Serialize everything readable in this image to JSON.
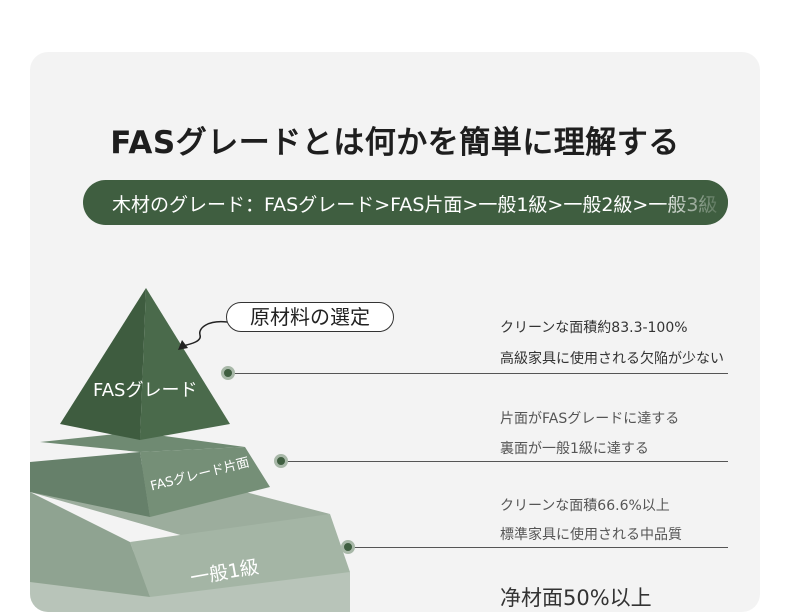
{
  "title": "FASグレードとは何かを簡単に理解する",
  "banner": "木材のグレード：FASグレード>FAS片面>一般1級>一般2級>一般3級",
  "callout": "原材料の選定",
  "tiers": [
    {
      "label": "FASグレード",
      "lines": [
        "クリーンな面積約83.3-100%",
        "高級家具に使用される欠陥が少ない"
      ]
    },
    {
      "label": "FASグレード片面",
      "lines": [
        "片面がFASグレードに達する",
        "裏面が一般1級に達する"
      ]
    },
    {
      "label": "一般1級",
      "lines": [
        "クリーンな面積66.6%以上",
        "標準家具に使用される中品質"
      ]
    }
  ],
  "bottom_partial": "净材面50%以上",
  "colors": {
    "dark_green": "#3f5e40",
    "mid_green": "#7d9580",
    "light_green": "#a9b8aa"
  }
}
